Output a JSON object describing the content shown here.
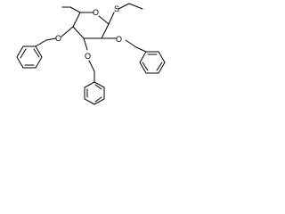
{
  "molecule": {
    "atoms": {
      "ring_oxygen": "O",
      "sulfur": "S",
      "benzyloxy_o2": "O",
      "benzyloxy_o3": "O",
      "benzyloxy_o4": "O"
    },
    "substituents": [
      "methyl",
      "ethylthio",
      "benzyloxy",
      "benzyloxy",
      "benzyloxy"
    ],
    "colors": {
      "bond": "#000000",
      "background": "#ffffff"
    }
  }
}
